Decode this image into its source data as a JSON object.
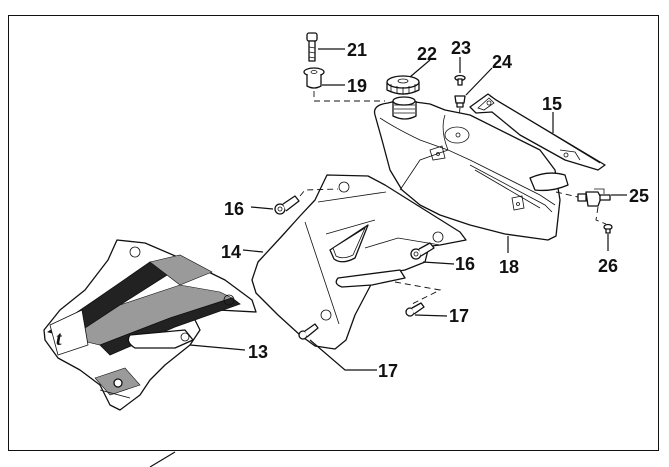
{
  "diagram": {
    "type": "exploded-parts-diagram",
    "callouts": [
      {
        "number": "13",
        "part": "left-shroud-decal"
      },
      {
        "number": "14",
        "part": "radiator-shroud"
      },
      {
        "number": "15",
        "part": "tank-bracket"
      },
      {
        "number": "16",
        "part": "shroud-screw-upper"
      },
      {
        "number": "16",
        "part": "shroud-screw-middle"
      },
      {
        "number": "17",
        "part": "shroud-screw-right"
      },
      {
        "number": "17",
        "part": "shroud-screw-lower"
      },
      {
        "number": "18",
        "part": "fuel-tank"
      },
      {
        "number": "19",
        "part": "rubber-bushing"
      },
      {
        "number": "21",
        "part": "tank-bolt"
      },
      {
        "number": "22",
        "part": "fuel-cap"
      },
      {
        "number": "23",
        "part": "small-screw"
      },
      {
        "number": "24",
        "part": "grommet"
      },
      {
        "number": "25",
        "part": "fuel-tap"
      },
      {
        "number": "26",
        "part": "tap-screw"
      }
    ],
    "colors": {
      "line": "#111111",
      "background": "#ffffff",
      "decal_grey": "#9a9a9a"
    }
  }
}
